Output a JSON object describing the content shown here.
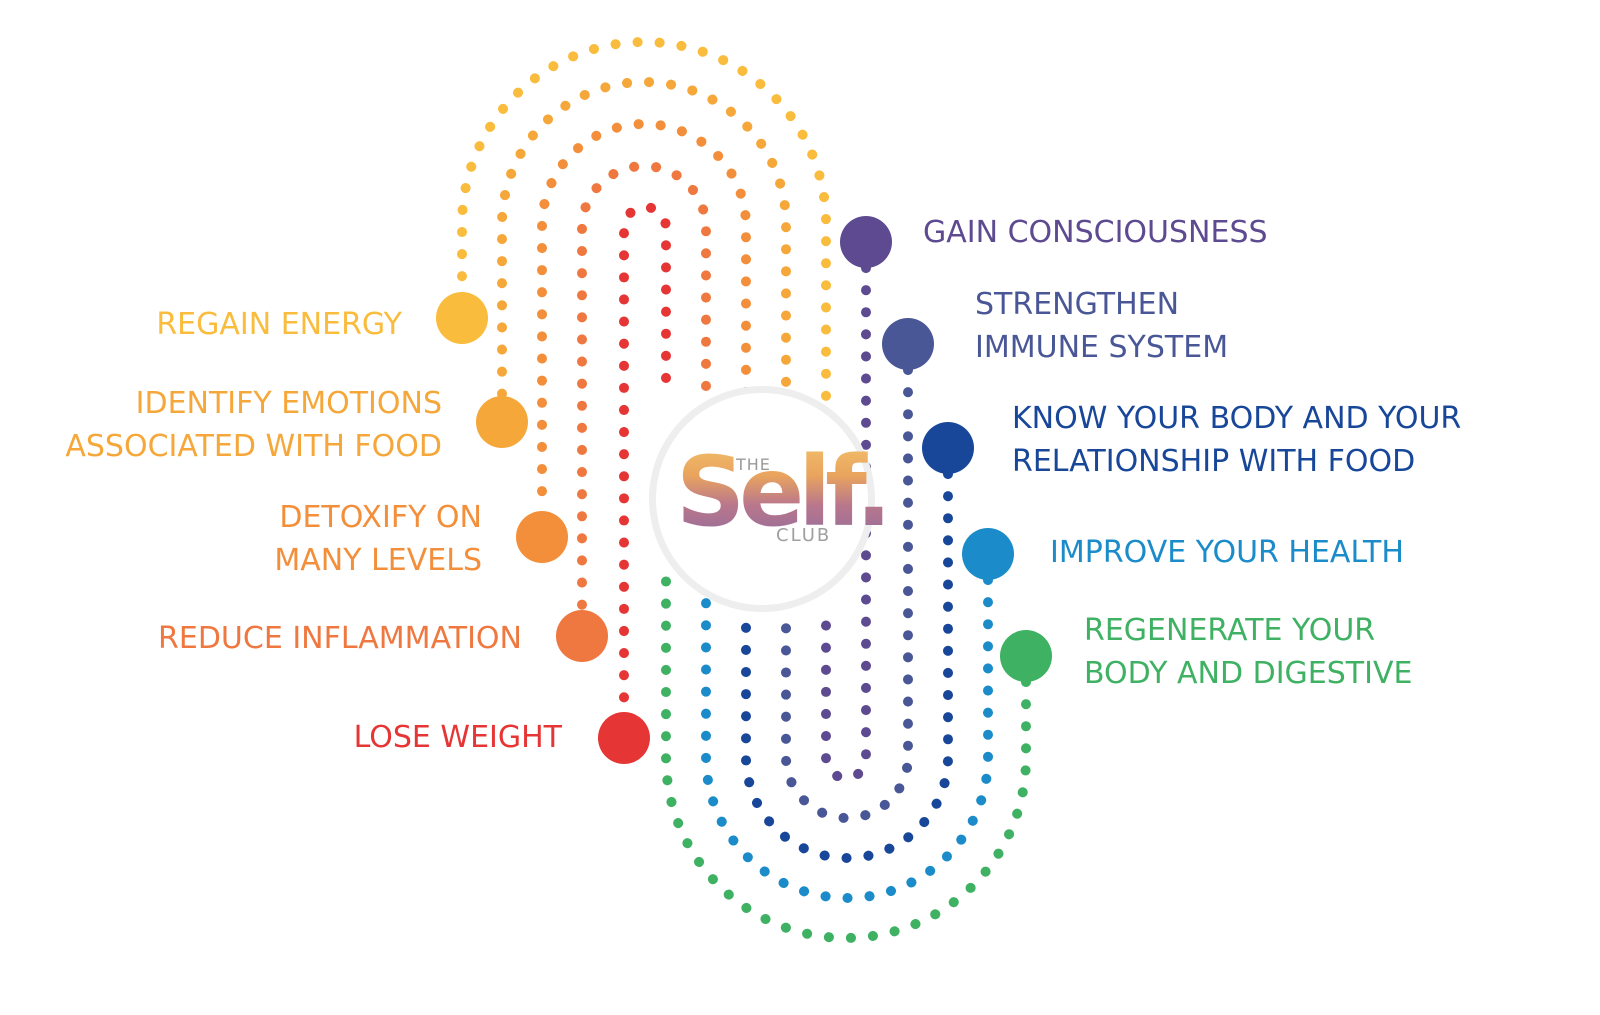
{
  "logo": {
    "the": "THE",
    "self": "Self.",
    "club": "CLUB"
  },
  "benefits": [
    {
      "id": "regain-energy",
      "lines": [
        "REGAIN ENERGY"
      ],
      "color": "#f9bc3d"
    },
    {
      "id": "identify-emotions",
      "lines": [
        "IDENTIFY EMOTIONS",
        "ASSOCIATED WITH FOOD"
      ],
      "color": "#f6a73a"
    },
    {
      "id": "detoxify",
      "lines": [
        "DETOXIFY ON",
        "MANY LEVELS"
      ],
      "color": "#f38f3b"
    },
    {
      "id": "reduce-inflammation",
      "lines": [
        "REDUCE INFLAMMATION"
      ],
      "color": "#ef7840"
    },
    {
      "id": "lose-weight",
      "lines": [
        "LOSE WEIGHT"
      ],
      "color": "#e53635"
    },
    {
      "id": "gain-consciousness",
      "lines": [
        "GAIN CONSCIOUSNESS"
      ],
      "color": "#5d4a90"
    },
    {
      "id": "strengthen-immune",
      "lines": [
        "STRENGTHEN",
        "IMMUNE SYSTEM"
      ],
      "color": "#4a5797"
    },
    {
      "id": "know-your-body",
      "lines": [
        "KNOW YOUR BODY AND YOUR",
        "RELATIONSHIP WITH FOOD"
      ],
      "color": "#18479a"
    },
    {
      "id": "improve-health",
      "lines": [
        "IMPROVE YOUR HEALTH"
      ],
      "color": "#1b8cc9"
    },
    {
      "id": "regenerate",
      "lines": [
        "REGENERATE YOUR",
        "BODY AND DIGESTIVE"
      ],
      "color": "#3fb163"
    }
  ],
  "colors": {
    "background": "#ffffff",
    "ring": "#eeeeee"
  }
}
